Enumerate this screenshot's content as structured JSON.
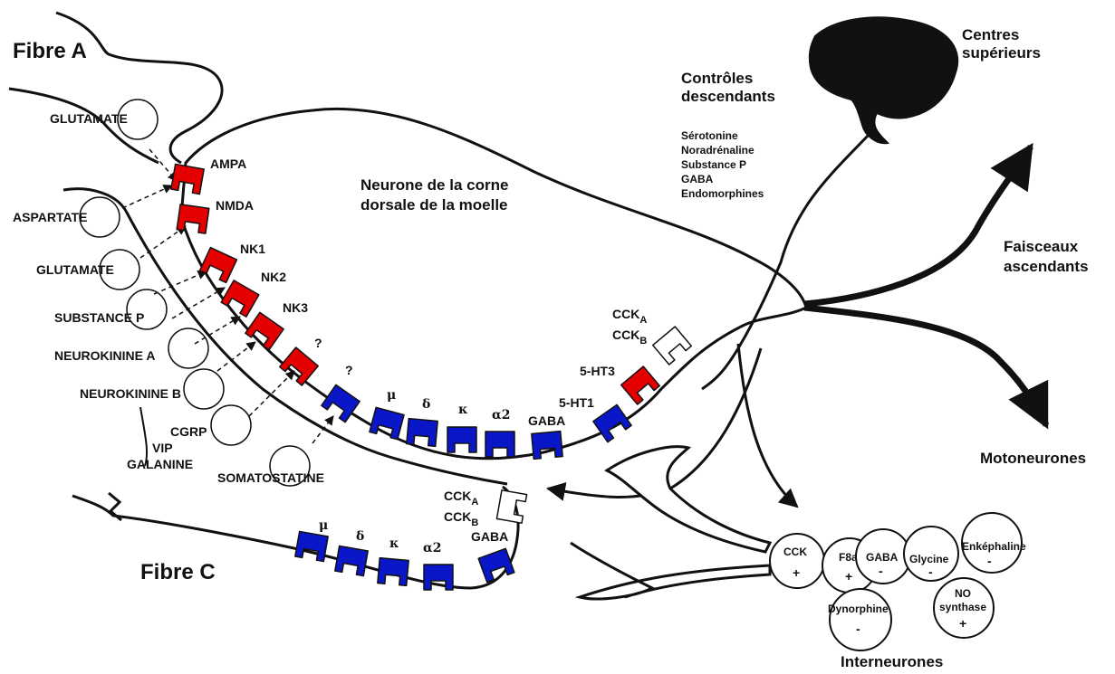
{
  "labels": {
    "fibre_a": "Fibre A",
    "fibre_c": "Fibre C",
    "neuron_title_1": "Neurone de la corne",
    "neuron_title_2": "dorsale de la moelle",
    "centres_1": "Centres",
    "centres_2": "supérieurs",
    "controles_1": "Contrôles",
    "controles_2": "descendants",
    "faisceaux_1": "Faisceaux",
    "faisceaux_2": "ascendants",
    "motoneurones": "Motoneurones",
    "interneurones": "Interneurones"
  },
  "descending_transmitters": [
    "Sérotonine",
    "Noradrénaline",
    "Substance P",
    "GABA",
    "Endomorphines"
  ],
  "fibre_a_transmitter": "GLUTAMATE",
  "fibre_c_transmitters": [
    "ASPARTATE",
    "GLUTAMATE",
    "SUBSTANCE P",
    "NEUROKININE A",
    "NEUROKININE B",
    "CGRP"
  ],
  "fibre_c_other": [
    "VIP",
    "GALANINE",
    "SOMATOSTATINE"
  ],
  "postsynaptic_receptors": {
    "excitatory": [
      "AMPA",
      "NMDA",
      "NK1",
      "NK2",
      "NK3",
      "?"
    ],
    "inhibitory": [
      "?",
      "μ",
      "δ",
      "κ",
      "α2",
      "GABA"
    ],
    "serotonin": [
      "5-HT1",
      "5-HT3"
    ],
    "cck": [
      "CCK",
      "A",
      "CCK",
      "B"
    ]
  },
  "presynaptic_receptors": {
    "inhibitory": [
      "μ",
      "δ",
      "κ",
      "α2",
      "GABA"
    ],
    "cck": [
      "CCK",
      "A",
      "CCK",
      "B"
    ]
  },
  "interneuron_circles": [
    {
      "name": "CCK",
      "sign": "+"
    },
    {
      "name": "F8a",
      "sign": "+"
    },
    {
      "name": "GABA",
      "sign": "-"
    },
    {
      "name": "Glycine",
      "sign": "-"
    },
    {
      "name": "Enképhaline",
      "sign": "-"
    },
    {
      "name": "Dynorphine",
      "sign": "-"
    },
    {
      "name": "NO",
      "name2": "synthase",
      "sign": "+"
    }
  ],
  "colors": {
    "excitatory_receptor": "#e50000",
    "inhibitory_receptor": "#0a17c8",
    "cck_receptor": "#ffffff",
    "outline": "#111111"
  }
}
